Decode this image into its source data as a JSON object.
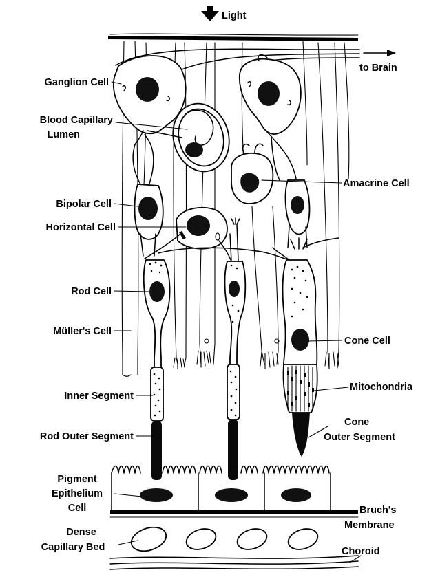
{
  "top": {
    "light_label": "Light",
    "brain_label": "to Brain"
  },
  "labels": {
    "ganglion": "Ganglion Cell",
    "capillary_1": "Blood Capillary",
    "capillary_2": "Lumen",
    "amacrine": "Amacrine Cell",
    "bipolar": "Bipolar Cell",
    "horizontal": "Horizontal Cell",
    "rod": "Rod Cell",
    "muller": "Müller's Cell",
    "cone": "Cone Cell",
    "inner_segment": "Inner Segment",
    "mitochondria": "Mitochondria",
    "rod_outer": "Rod Outer Segment",
    "cone_outer_1": "Cone",
    "cone_outer_2": "Outer Segment",
    "pigment_1": "Pigment",
    "pigment_2": "Epithelium",
    "pigment_3": "Cell",
    "bruch_1": "Bruch's",
    "bruch_2": "Membrane",
    "capbed_1": "Dense",
    "capbed_2": "Capillary Bed",
    "choroid": "Choroid"
  }
}
